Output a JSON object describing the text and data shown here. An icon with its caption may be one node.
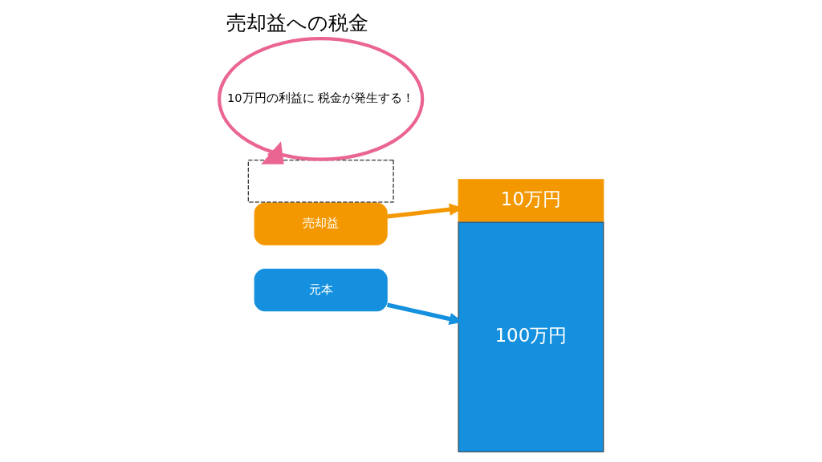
{
  "diagram": {
    "title": "売却益への税金",
    "nodes": [
      {
        "text": [
          "売却益"
        ]
      },
      {
        "text": [
          "10万円"
        ]
      },
      {
        "text": [],
        "shape": "box"
      },
      {
        "text": [
          "元本"
        ]
      },
      {
        "text": [
          "100万円"
        ]
      },
      {
        "text": [
          "10万円の利益に 税金が発生する！"
        ]
      }
    ],
    "edges": [
      {
        "from": 0,
        "to": 1,
        "arrow": "to",
        "color": "#f39800"
      },
      {
        "from": 3,
        "to": 4,
        "arrow": "to",
        "color": "#1490de"
      },
      {
        "from": 5,
        "to": 2,
        "arrow": "to",
        "style": "thick",
        "color": "#ea6591"
      }
    ]
  }
}
